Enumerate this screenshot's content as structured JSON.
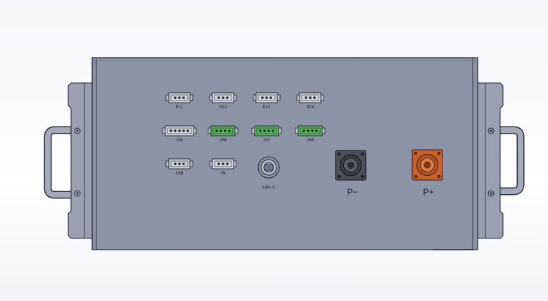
{
  "colors": {
    "panel": "#8d93a6",
    "panel_edge": "#1f232c",
    "bracket": "#9aa0b2",
    "handle": "#a4aab9",
    "terminal_gray": "#d2d5de",
    "terminal_green": "#59b85d",
    "power_neg": "#4c4f56",
    "power_pos": "#c8622a"
  },
  "connectors": {
    "row1": [
      {
        "label": "DI1",
        "color": "gray",
        "pins": 3
      },
      {
        "label": "DI2",
        "color": "gray",
        "pins": 3
      },
      {
        "label": "DI3",
        "color": "gray",
        "pins": 3
      },
      {
        "label": "DI4",
        "color": "gray",
        "pins": 3
      }
    ],
    "row2": [
      {
        "label": "J05",
        "color": "gray",
        "pins": 5
      },
      {
        "label": "J06",
        "color": "green",
        "pins": 4
      },
      {
        "label": "J07",
        "color": "green",
        "pins": 4
      },
      {
        "label": "J08",
        "color": "green",
        "pins": 4
      }
    ],
    "row3": [
      {
        "label": "CAN",
        "color": "gray",
        "pins": 3
      },
      {
        "label": "CN",
        "color": "gray",
        "pins": 3
      }
    ]
  },
  "comm_port": {
    "label": "LAN-C",
    "icon": "circular-connector-icon"
  },
  "power": {
    "negative": {
      "label": "P−",
      "icon": "power-terminal-icon"
    },
    "positive": {
      "label": "P+",
      "icon": "power-terminal-icon"
    }
  }
}
